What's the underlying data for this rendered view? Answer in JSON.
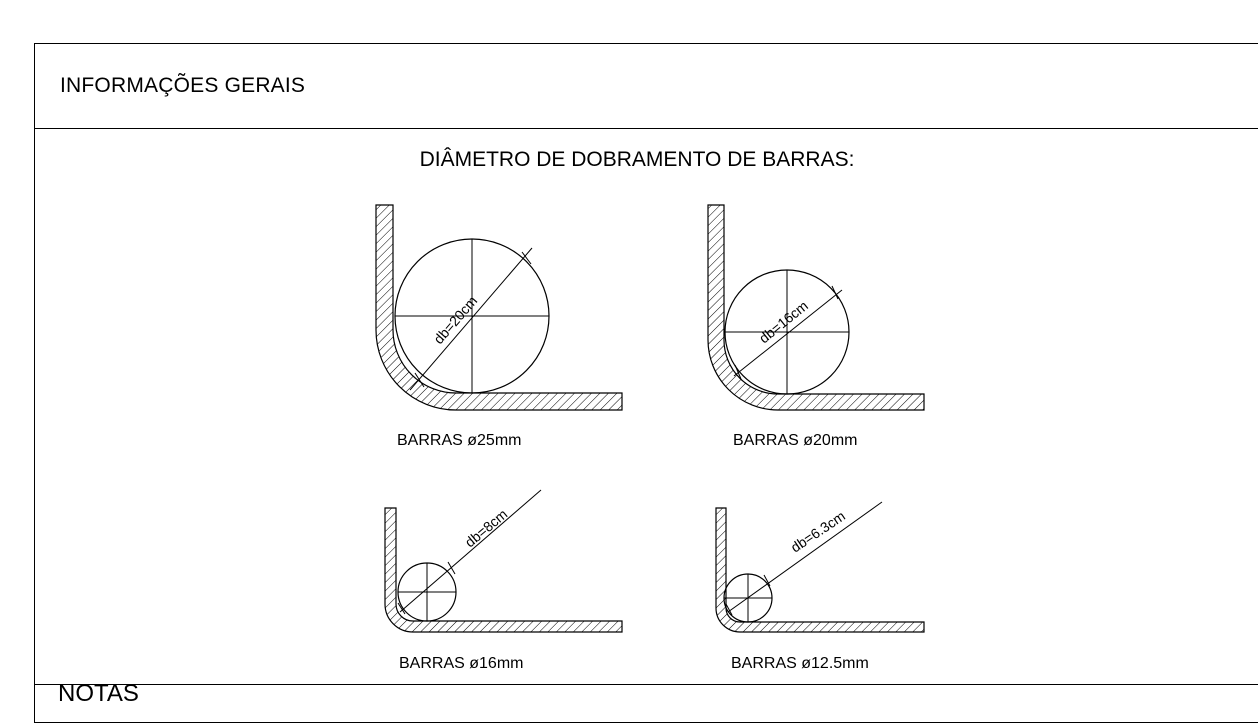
{
  "header": {
    "title": "INFORMAÇÕES GERAIS"
  },
  "section": {
    "title": "DIÂMETRO DE DOBRAMENTO DE BARRAS:"
  },
  "notes": {
    "title": "NOTAS"
  },
  "bends": [
    {
      "caption": "BARRAS ø25mm",
      "db_label": "db=20cm"
    },
    {
      "caption": "BARRAS ø20mm",
      "db_label": "db=16cm"
    },
    {
      "caption": "BARRAS ø16mm",
      "db_label": "db=8cm"
    },
    {
      "caption": "BARRAS ø12.5mm",
      "db_label": "db=6.3cm"
    }
  ]
}
